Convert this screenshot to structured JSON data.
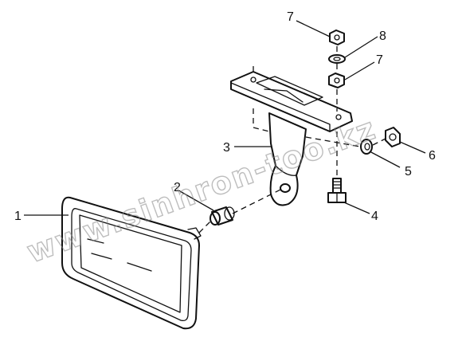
{
  "diagram": {
    "callouts": {
      "c1": "1",
      "c2": "2",
      "c3": "3",
      "c4": "4",
      "c5": "5",
      "c6": "6",
      "c7a": "7",
      "c7b": "7",
      "c8": "8"
    },
    "watermark": "www.sinhron-too.kz",
    "colors": {
      "ink": "#111111",
      "watermark": "#888888",
      "background": "#ffffff"
    }
  }
}
